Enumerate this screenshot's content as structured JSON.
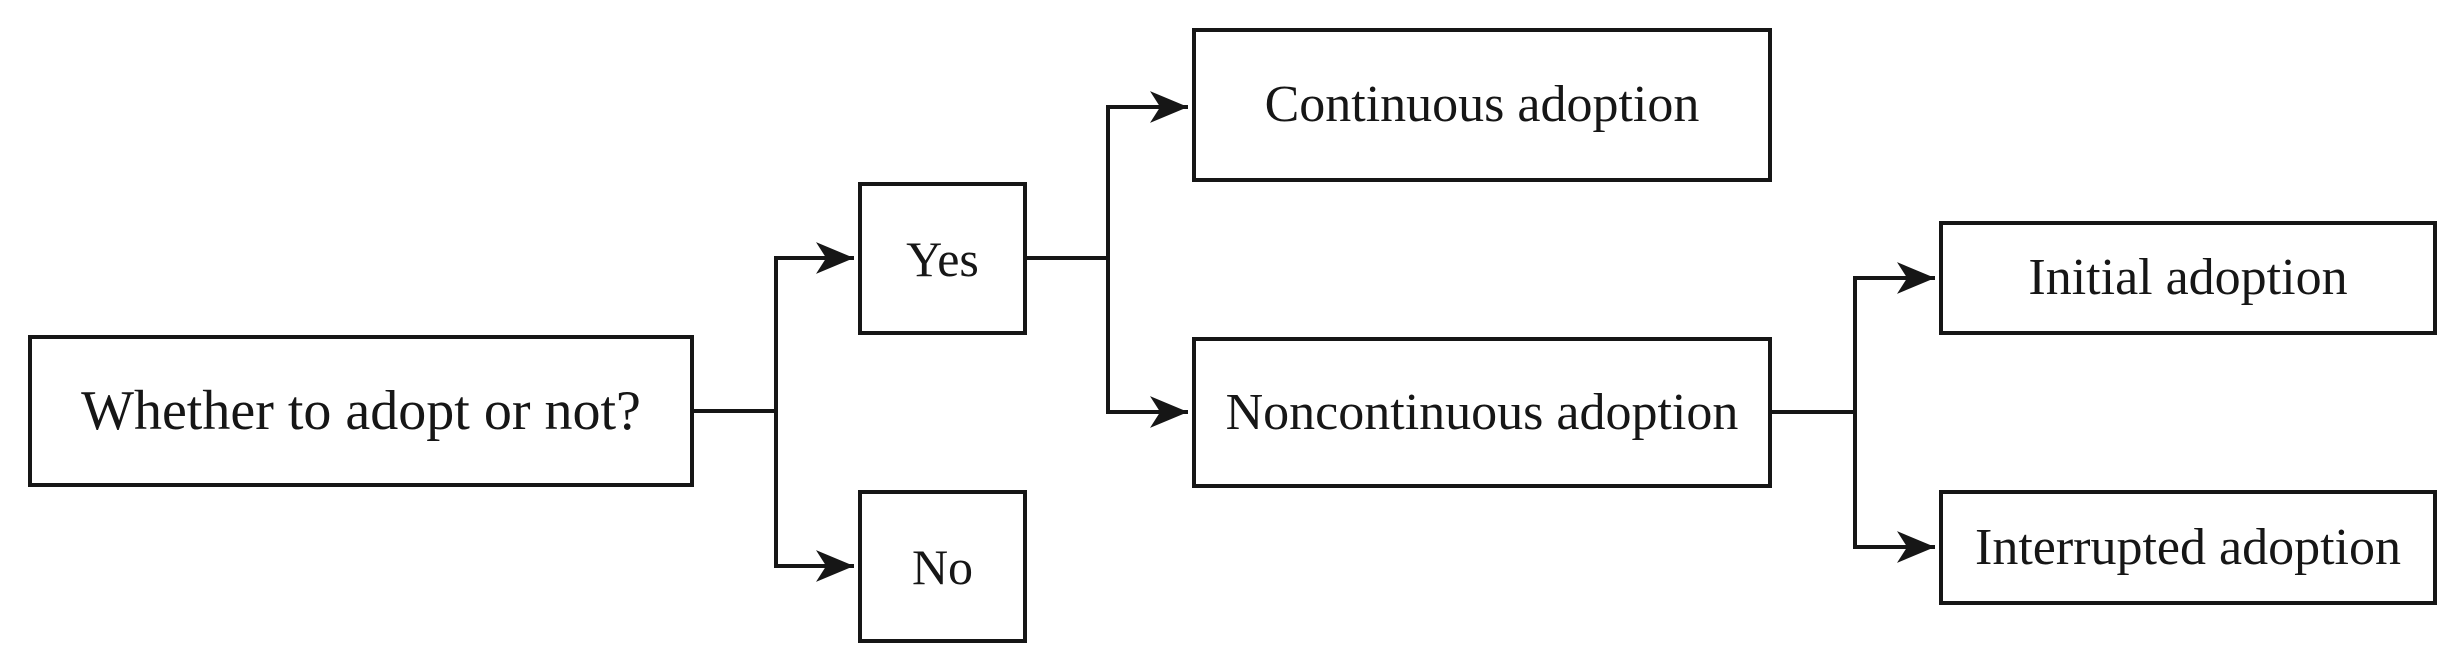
{
  "diagram": {
    "nodes": {
      "root": {
        "label": "Whether to adopt or not?"
      },
      "yes": {
        "label": "Yes"
      },
      "no": {
        "label": "No"
      },
      "continuous": {
        "label": "Continuous adoption"
      },
      "noncontinuous": {
        "label": "Noncontinuous adoption"
      },
      "initial": {
        "label": "Initial adoption"
      },
      "interrupted": {
        "label": "Interrupted adoption"
      }
    },
    "edges": [
      {
        "from": "root",
        "to": "yes"
      },
      {
        "from": "root",
        "to": "no"
      },
      {
        "from": "yes",
        "to": "continuous"
      },
      {
        "from": "yes",
        "to": "noncontinuous"
      },
      {
        "from": "noncontinuous",
        "to": "initial"
      },
      {
        "from": "noncontinuous",
        "to": "interrupted"
      }
    ],
    "colors": {
      "line": "#161616",
      "background": "#ffffff",
      "text": "#161616"
    }
  }
}
